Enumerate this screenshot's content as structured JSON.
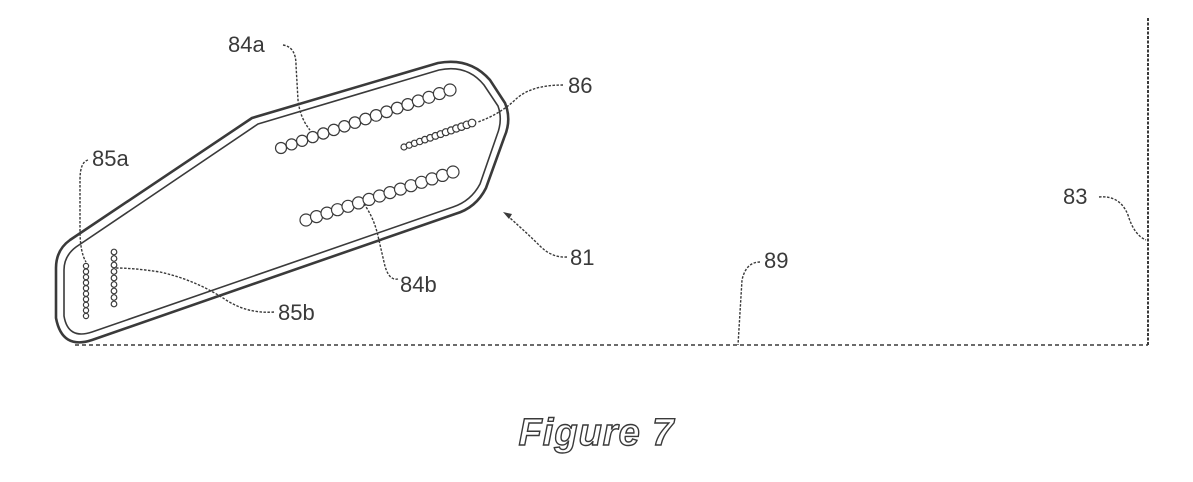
{
  "figure": {
    "caption": "Figure 7",
    "labels": {
      "l84a": "84a",
      "l86": "86",
      "l85a": "85a",
      "l83": "83",
      "l81": "81",
      "l89": "89",
      "l84b": "84b",
      "l85b": "85b"
    },
    "colors": {
      "line": "#3a3a3a",
      "background": "#ffffff"
    }
  }
}
